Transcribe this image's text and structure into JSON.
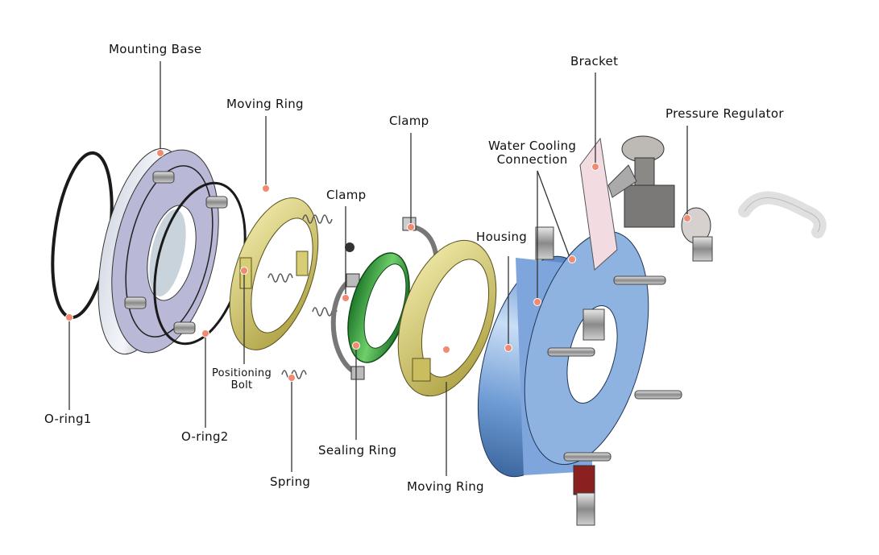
{
  "diagram": {
    "type": "exploded-assembly",
    "colors": {
      "callout_dot": "#f08a70",
      "leader_line": "#333333",
      "housing_blue": "#8fb3e0",
      "ring_yellow": "#e6dc8a",
      "sealing_green": "#2e9a3a",
      "base_gray": "#b9b8d6",
      "oring_black": "#1a1a1a",
      "bracket_pink": "#f3dbe2",
      "steel": "#a8a8a8"
    },
    "labels": {
      "mounting_base": "Mounting Base",
      "moving_ring_top": "Moving Ring",
      "clamp_left": "Clamp",
      "clamp_right": "Clamp",
      "water_cooling": [
        "Water Cooling",
        "Connection"
      ],
      "housing": "Housing",
      "bracket": "Bracket",
      "pressure_regulator": "Pressure Regulator",
      "o_ring1": "O-ring1",
      "o_ring2": "O-ring2",
      "positioning_bolt": [
        "Positioning",
        "Bolt"
      ],
      "spring": "Spring",
      "sealing_ring": "Sealing Ring",
      "moving_ring_bottom": "Moving Ring"
    }
  }
}
